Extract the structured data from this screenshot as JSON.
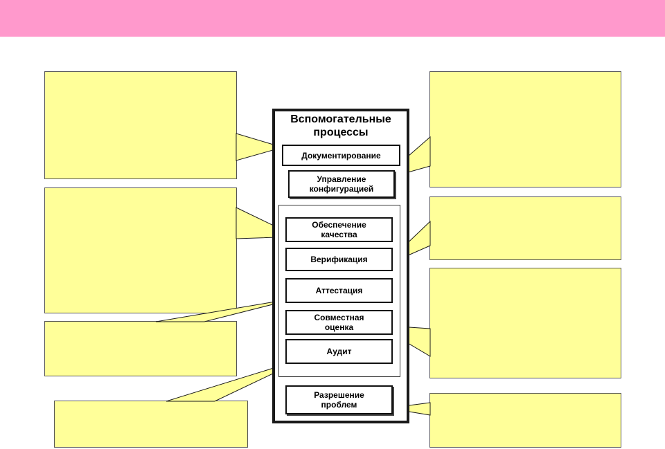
{
  "frame": {
    "title": "Вспомогательные\nпроцессы"
  },
  "processes": [
    {
      "id": "documentation",
      "label": "Документирование"
    },
    {
      "id": "configuration",
      "label": "Управление\nконфигурацией"
    },
    {
      "id": "quality",
      "label": "Обеспечение\nкачества"
    },
    {
      "id": "verification",
      "label": "Верификация"
    },
    {
      "id": "attestation",
      "label": "Аттестация"
    },
    {
      "id": "joint-review",
      "label": "Совместная\nоценка"
    },
    {
      "id": "audit",
      "label": "Аудит"
    },
    {
      "id": "problem-resolution",
      "label": "Разрешение\nпроблем"
    }
  ],
  "colors": {
    "header": "#ff99cc",
    "note_fill": "#ffff99",
    "line": "#1a1a1a"
  }
}
